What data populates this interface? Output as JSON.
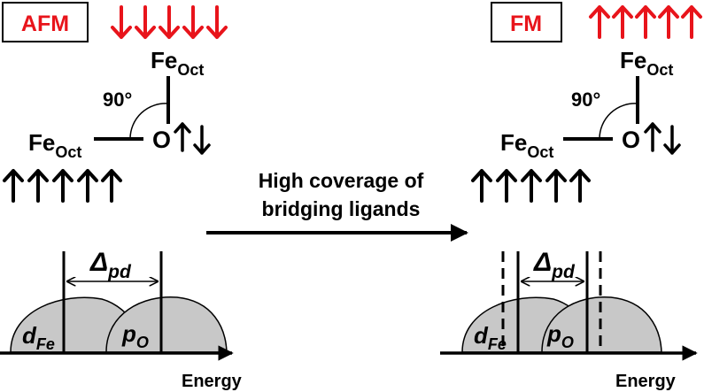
{
  "left": {
    "state_label": "AFM",
    "fe_top": {
      "base": "Fe",
      "sub": "Oct"
    },
    "fe_left": {
      "base": "Fe",
      "sub": "Oct"
    },
    "oxygen": "O",
    "angle": "90°",
    "delta": {
      "base": "Δ",
      "sub": "pd"
    },
    "d_band": {
      "base": "d",
      "sub": "Fe"
    },
    "p_band": {
      "base": "p",
      "sub": "O"
    },
    "energy": "Energy"
  },
  "right": {
    "state_label": "FM",
    "fe_top": {
      "base": "Fe",
      "sub": "Oct"
    },
    "fe_left": {
      "base": "Fe",
      "sub": "Oct"
    },
    "oxygen": "O",
    "angle": "90°",
    "delta": {
      "base": "Δ",
      "sub": "pd"
    },
    "d_band": {
      "base": "d",
      "sub": "Fe"
    },
    "p_band": {
      "base": "p",
      "sub": "O"
    },
    "energy": "Energy"
  },
  "transition": {
    "line1": "High coverage of",
    "line2": "bridging ligands"
  },
  "colors": {
    "accent": "#e8141b",
    "band_fill": "#c8c8c8",
    "ink": "#000000"
  }
}
